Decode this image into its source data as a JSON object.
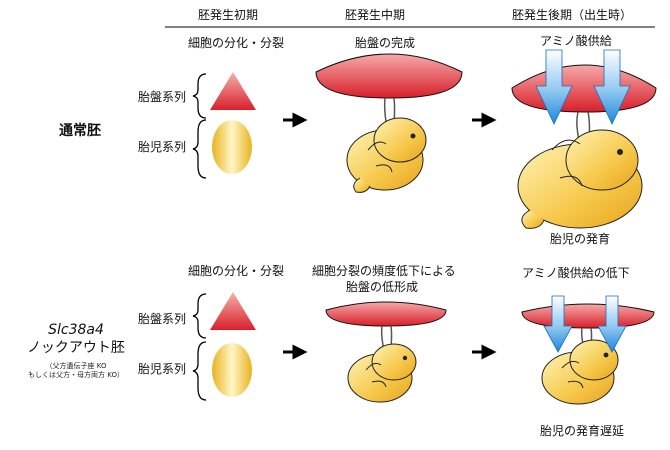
{
  "headers": {
    "early": "胚発生初期",
    "mid": "胚発生中期",
    "late": "胚発生後期（出生時）"
  },
  "normal": {
    "row_label": "通常胚",
    "early_caption": "細胞の分化・分裂",
    "mid_caption": "胎盤の完成",
    "late_caption_top": "アミノ酸供給",
    "late_caption_bottom": "胎児の発育",
    "placenta_label": "胎盤系列",
    "fetus_label": "胎児系列"
  },
  "knockout": {
    "row_label_gene": "Slc38a4",
    "row_label": "ノックアウト胚",
    "note_line1": "（父方遺伝子座 KO",
    "note_line2": "もしくは父方・母方両方 KO）",
    "early_caption": "細胞の分化・分裂",
    "mid_caption_line1": "細胞分裂の頻度低下による",
    "mid_caption_line2": "胎盤の低形成",
    "late_caption_top": "アミノ酸供給の低下",
    "late_caption_bottom": "胎児の発育遅延",
    "placenta_label": "胎盤系列",
    "fetus_label": "胎児系列"
  },
  "colors": {
    "placenta_red": "#e0303a",
    "fetus_yellow": "#f2c23a",
    "arrow_blue": "#2b8fe0"
  }
}
